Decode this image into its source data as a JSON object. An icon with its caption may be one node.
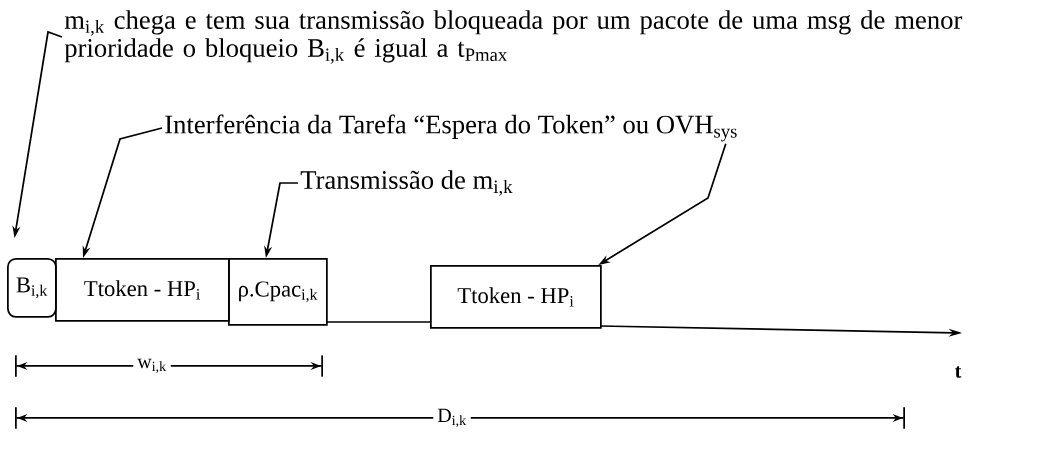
{
  "diagram": {
    "nodes": [
      {
        "text": [
          "m$_{i,k}$ chega e tem sua transmissão bloqueada por um pacote de uma msg de menor prioridade o bloqueio B$_{i,k}$ é igual a t$_{Pmax}$"
        ]
      },
      {
        "text": [
          "Interferência da Tarefa “Espera do Token” ou OVH$_{sys}$"
        ]
      },
      {
        "text": [
          "Transmissão de m$_{i,k}$"
        ]
      },
      {
        "text": [
          "B$_{i,k}$"
        ]
      },
      {
        "text": [
          "Ttoken - HP$_{i}$"
        ]
      },
      {
        "text": [
          "ρ.Cpac$_{i,k}$"
        ]
      },
      {
        "text": [
          "Ttoken - HP$_{i}$"
        ]
      }
    ],
    "edges": [
      {
        "from": 0,
        "to": 3,
        "arrow": "to"
      },
      {
        "from": 1,
        "to": 4,
        "arrow": "to"
      },
      {
        "from": 1,
        "to": 6,
        "arrow": "to"
      },
      {
        "from": 2,
        "to": 5,
        "arrow": "to"
      }
    ],
    "labels": [
      "t",
      "w$_{i,k}$",
      "D$_{i,k}$"
    ]
  }
}
